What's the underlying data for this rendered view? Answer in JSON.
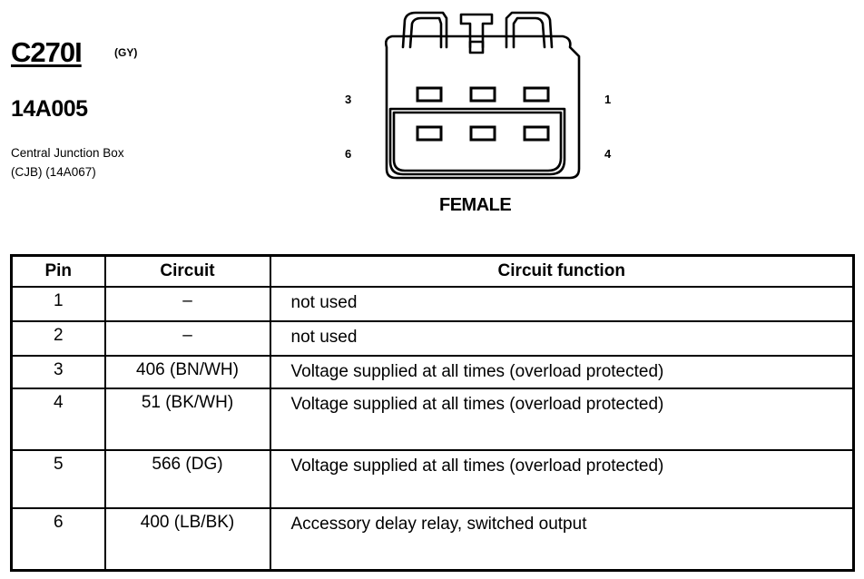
{
  "header": {
    "connector_id": "C270I",
    "color_code": "(GY)",
    "part_number": "14A005",
    "location_line1": "Central Junction Box",
    "location_line2": "(CJB) (14A067)"
  },
  "diagram": {
    "pin_labels": {
      "top_left": "3",
      "top_right": "1",
      "bottom_left": "6",
      "bottom_right": "4"
    },
    "gender": "FEMALE"
  },
  "table": {
    "headers": {
      "pin": "Pin",
      "circuit": "Circuit",
      "function": "Circuit function"
    },
    "rows": [
      {
        "pin": "1",
        "circuit": "–",
        "function": "not used"
      },
      {
        "pin": "2",
        "circuit": "–",
        "function": "not used"
      },
      {
        "pin": "3",
        "circuit": "406 (BN/WH)",
        "function": "Voltage supplied at all times (overload protected)"
      },
      {
        "pin": "4",
        "circuit": "51 (BK/WH)",
        "function": "Voltage supplied at all times (overload protected)"
      },
      {
        "pin": "5",
        "circuit": "566 (DG)",
        "function": "Voltage supplied at all times (overload protected)"
      },
      {
        "pin": "6",
        "circuit": "400 (LB/BK)",
        "function": "Accessory delay relay, switched output"
      }
    ]
  }
}
